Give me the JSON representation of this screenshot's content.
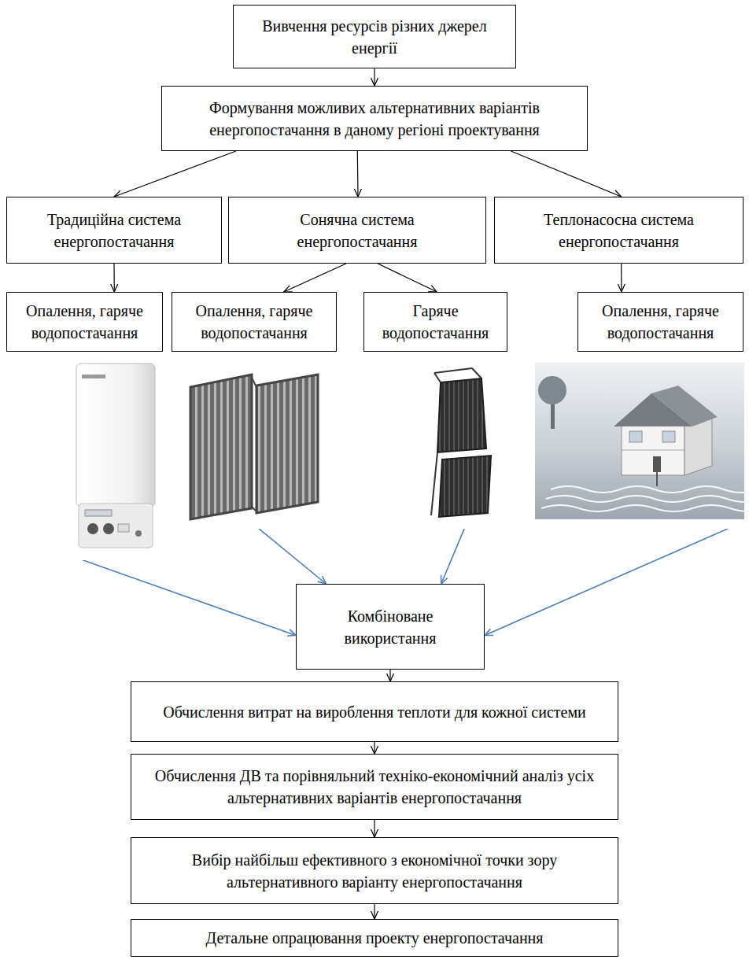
{
  "diagram": {
    "nodes": [
      {
        "text": [
          "Вивчення ресурсів різних джерел енергії"
        ]
      },
      {
        "text": [
          "Формування можливих альтернативних варіантів енергопостачання в даному регіоні проектування"
        ]
      },
      {
        "text": [
          "Традиційна система енергопостачання"
        ]
      },
      {
        "text": [
          "Сонячна система енергопостачання"
        ]
      },
      {
        "text": [
          "Теплонасосна система енергопостачання"
        ]
      },
      {
        "text": [
          "Опалення, гаряче водопостачання"
        ]
      },
      {
        "text": [
          "Опалення, гаряче водопостачання"
        ]
      },
      {
        "text": [
          "Гаряче водопостачання"
        ]
      },
      {
        "text": [
          "Опалення, гаряче водопостачання"
        ]
      },
      {
        "text": [
          "Комбіноване використання"
        ]
      },
      {
        "text": [
          "Обчислення витрат на вироблення теплоти для кожної системи"
        ]
      },
      {
        "text": [
          "Обчислення ДВ та порівняльний техніко-економічний аналіз усіх альтернативних варіантів енергопостачання"
        ]
      },
      {
        "text": [
          "Вибір найбільш ефективного з економічної точки зору альтернативного варіанту енергопостачання"
        ]
      },
      {
        "text": [
          "Детальне опрацювання проекту енергопостачання"
        ]
      }
    ],
    "edges": [
      {
        "from": 0,
        "to": 1,
        "arrow": "to"
      },
      {
        "from": 1,
        "to": 2,
        "arrow": "to"
      },
      {
        "from": 1,
        "to": 3,
        "arrow": "to"
      },
      {
        "from": 1,
        "to": 4,
        "arrow": "to"
      },
      {
        "from": 2,
        "to": 5,
        "arrow": "to"
      },
      {
        "from": 3,
        "to": 6,
        "arrow": "to"
      },
      {
        "from": 3,
        "to": 7,
        "arrow": "to"
      },
      {
        "from": 4,
        "to": 8,
        "arrow": "to"
      },
      {
        "from": 5,
        "to": 9,
        "arrow": "to"
      },
      {
        "from": 6,
        "to": 9,
        "arrow": "to"
      },
      {
        "from": 7,
        "to": 9,
        "arrow": "to"
      },
      {
        "from": 8,
        "to": 9,
        "arrow": "to"
      },
      {
        "from": 9,
        "to": 10,
        "arrow": "to"
      },
      {
        "from": 10,
        "to": 11,
        "arrow": "to"
      },
      {
        "from": 11,
        "to": 12,
        "arrow": "to"
      },
      {
        "from": 12,
        "to": 13,
        "arrow": "to"
      }
    ]
  }
}
